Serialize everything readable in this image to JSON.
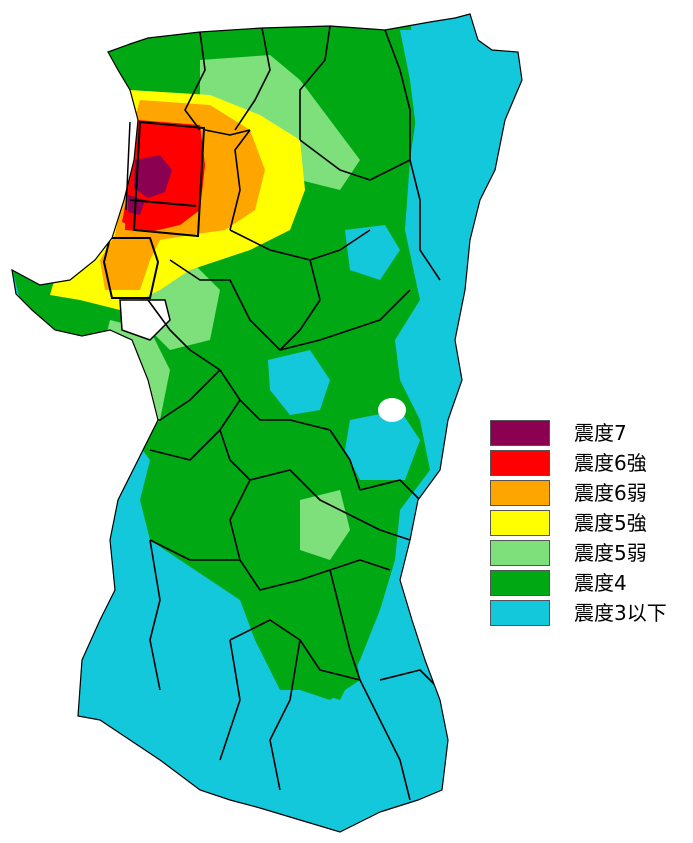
{
  "legend": {
    "items": [
      {
        "label": "震度7",
        "color": "#8b0050"
      },
      {
        "label": "震度6強",
        "color": "#ff0000"
      },
      {
        "label": "震度6弱",
        "color": "#ffa500"
      },
      {
        "label": "震度5強",
        "color": "#ffff00"
      },
      {
        "label": "震度5弱",
        "color": "#7ee07a"
      },
      {
        "label": "震度4",
        "color": "#00a814"
      },
      {
        "label": "震度3以下",
        "color": "#14c8dc"
      }
    ]
  },
  "colors": {
    "background": "#ffffff",
    "border": "#000000",
    "intensity_7": "#8b0050",
    "intensity_6_upper": "#ff0000",
    "intensity_6_lower": "#ffa500",
    "intensity_5_upper": "#ffff00",
    "intensity_5_lower": "#7ee07a",
    "intensity_4": "#00a814",
    "intensity_3_or_less": "#14c8dc"
  }
}
